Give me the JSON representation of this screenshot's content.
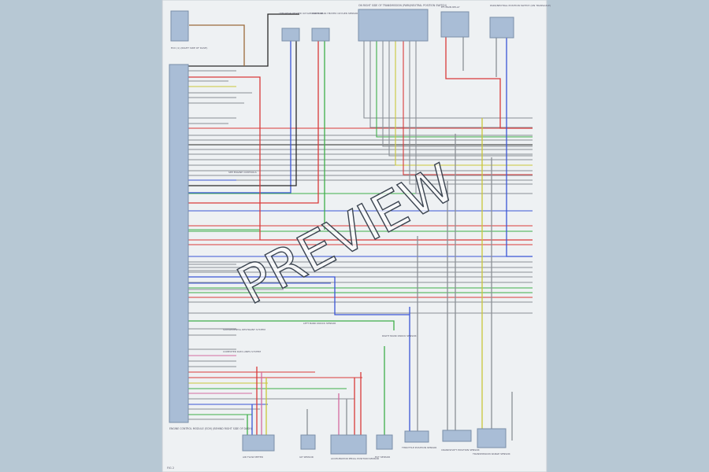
{
  "page": {
    "background": "#b7c8d4",
    "sheet_color": "#eef1f3",
    "module_fill": "#a9bdd6",
    "watermark": "PREVIEW",
    "page_id": "FIG 2"
  },
  "wire_colors": {
    "red": "#d93a3a",
    "blue": "#3a55d6",
    "green": "#3fae4a",
    "yellow": "#c9c73a",
    "black": "#2a2a2a",
    "gray": "#8a8f96",
    "brown": "#9b6a3a",
    "pink": "#d46aa0"
  },
  "modules": {
    "pcm": "ENGINE CONTROL MODULE (ECM) (BEHIND RIGHT SIDE OF DASH)",
    "top_left_box": "ECU (1) (RIGHT SIDE OF DASH)",
    "top_right_box": "PARK/NEUTRAL POSITION SWITCH (ON TRANSAXLE)",
    "relay": "EFI MAIN RELAY",
    "top_center_box": "ON RIGHT SIDE OF TRANSMISSION (PARK/NEUTRAL POSITION SWITCH)"
  },
  "labels": {
    "ignition_coil_left": "LEFT REAR HEATED OXYGEN SENSOR",
    "ignition_coil_right": "RIGHT REAR HEATED OXYGEN SENSOR",
    "see_engine": "SEE ENGINE CONTROLS",
    "supplemental": "SUPPLEMENTAL RESTRAINT SYSTEM",
    "computer_data": "COMPUTER DATA LINES SYSTEM",
    "knock_left": "LEFT BANK KNOCK SENSOR",
    "knock_right": "RIGHT BANK KNOCK SENSOR",
    "bottom_1": "AIR FLOW METER",
    "bottom_2": "IAT SENSOR",
    "bottom_3": "ACCELERATOR PEDAL POSITION SENSOR",
    "bottom_4": "ECT SENSOR",
    "bottom_5": "THROTTLE POSITION SENSOR",
    "bottom_6": "CRANKSHAFT POSITION SENSOR",
    "bottom_7": "TRANSMISSION RANGE SENSOR"
  }
}
